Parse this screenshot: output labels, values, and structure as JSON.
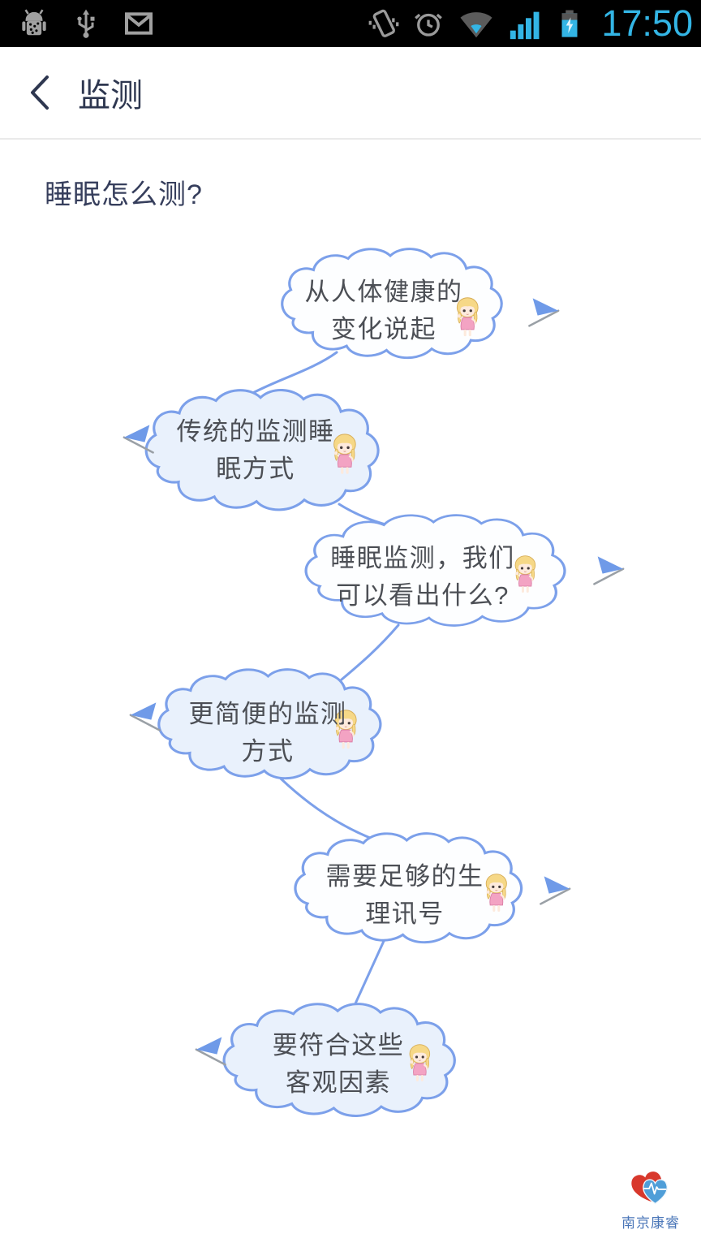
{
  "status_bar": {
    "time": "17:50",
    "left_icons": [
      "android-debug",
      "usb-connected",
      "gmail-notification"
    ],
    "right_icons": [
      "vibrate-mode",
      "alarm-set",
      "wifi-signal",
      "cell-signal",
      "battery-charging"
    ]
  },
  "header": {
    "title": "监测"
  },
  "content": {
    "subtitle": "睡眠怎么测?",
    "bubbles": [
      {
        "line1": "从人体健康的",
        "line2": "变化说起",
        "arrow": "right"
      },
      {
        "line1": "传统的监测睡",
        "line2": "眠方式",
        "arrow": "left"
      },
      {
        "line1": "睡眠监测，我们",
        "line2": "可以看出什么?",
        "arrow": "right"
      },
      {
        "line1": "更简便的监测",
        "line2": "方式",
        "arrow": "left"
      },
      {
        "line1": "需要足够的生",
        "line2": "理讯号",
        "arrow": "right"
      },
      {
        "line1": "要符合这些",
        "line2": "客观因素",
        "arrow": "left"
      }
    ]
  },
  "footer": {
    "brand": "南京康睿"
  },
  "colors": {
    "status_accent": "#33b5e5",
    "status_icon_gray": "#a0a0a0",
    "header_text": "#2e3750",
    "cloud_border": "#7ca0ea",
    "cloud_fill_light": "#e9f1fc",
    "cloud_fill_white": "#fdfeff",
    "bubble_text": "#4c4f55",
    "arrow_blue": "#6f9ae8",
    "arrow_tail": "#9aa0a6",
    "brand_text": "#4a76b8",
    "brand_red": "#d8382c",
    "brand_blue": "#4f9ed8"
  }
}
